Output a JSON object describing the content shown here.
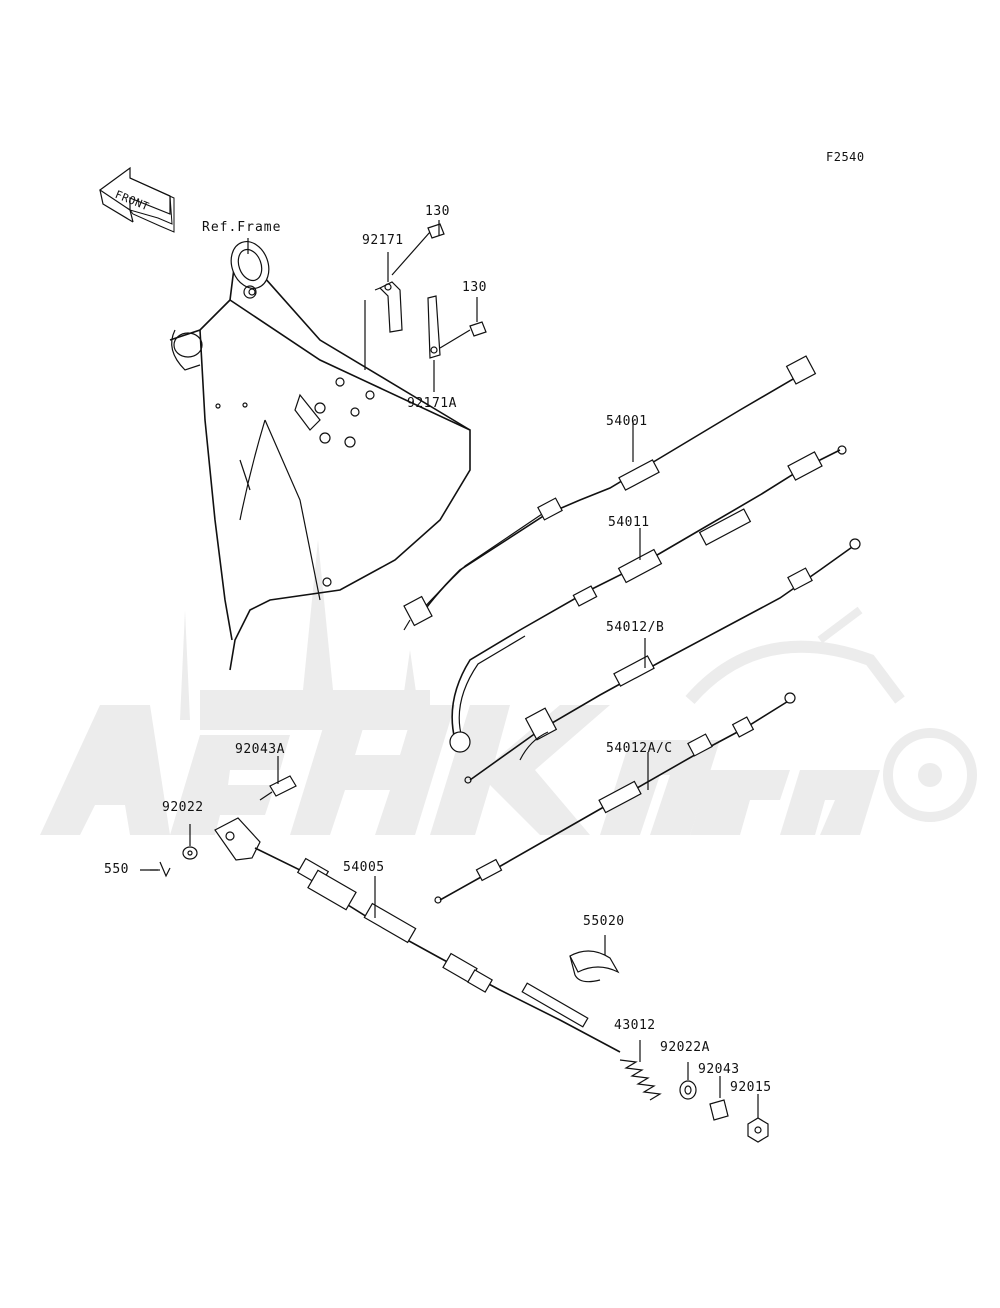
{
  "diagram": {
    "code": "F2540",
    "front_label": "FRONT",
    "ref_label": "Ref.Frame"
  },
  "parts": [
    {
      "id": "p130a",
      "label": "130"
    },
    {
      "id": "p92171",
      "label": "92171"
    },
    {
      "id": "p130b",
      "label": "130"
    },
    {
      "id": "p92171A",
      "label": "92171A"
    },
    {
      "id": "p54001",
      "label": "54001"
    },
    {
      "id": "p54011",
      "label": "54011"
    },
    {
      "id": "p54012B",
      "label": "54012/B"
    },
    {
      "id": "p54012AC",
      "label": "54012A/C"
    },
    {
      "id": "p92043A",
      "label": "92043A"
    },
    {
      "id": "p92022",
      "label": "92022"
    },
    {
      "id": "p550",
      "label": "550"
    },
    {
      "id": "p54005",
      "label": "54005"
    },
    {
      "id": "p55020",
      "label": "55020"
    },
    {
      "id": "p43012",
      "label": "43012"
    },
    {
      "id": "p92022A",
      "label": "92022A"
    },
    {
      "id": "p92043",
      "label": "92043"
    },
    {
      "id": "p92015",
      "label": "92015"
    }
  ],
  "colors": {
    "line": "#111111",
    "watermark": "#ececec",
    "background": "#ffffff"
  }
}
